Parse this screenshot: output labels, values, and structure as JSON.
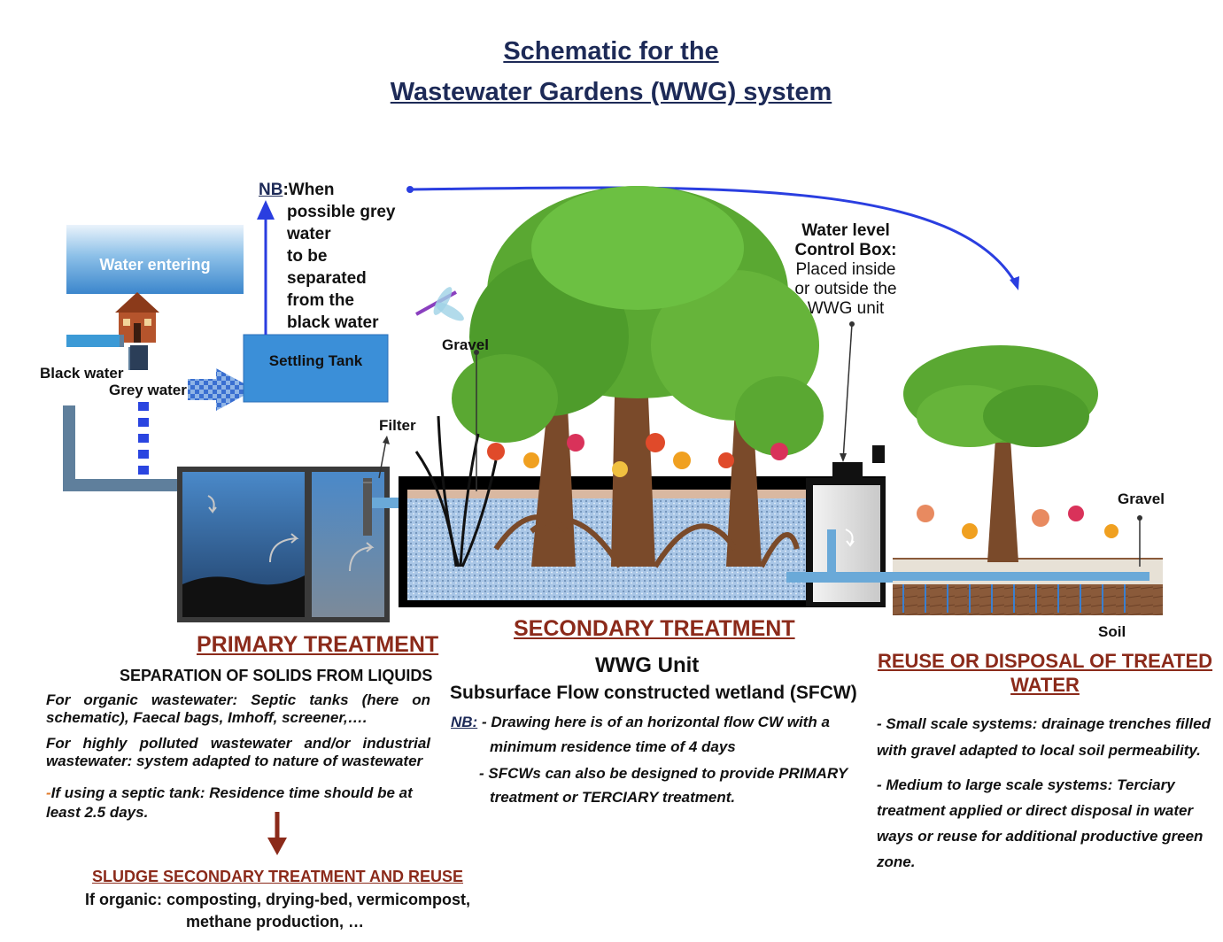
{
  "title": {
    "line1": "Schematic for the",
    "line2": "Wastewater Gardens (WWG) system"
  },
  "diagram": {
    "water_entering": "Water entering",
    "black_water": "Black water",
    "grey_water": "Grey water",
    "settling_tank": "Settling Tank",
    "nb_prefix": "NB",
    "nb_lines": [
      ":When",
      "possible grey",
      "water",
      "to be",
      "separated",
      "from the",
      "black water"
    ],
    "gravel_left": "Gravel",
    "filter": "Filter",
    "control_box_title": [
      "Water level",
      "Control Box:"
    ],
    "control_box_desc": [
      "Placed inside",
      "or outside the",
      "WWG unit"
    ],
    "gravel_right": "Gravel",
    "soil": "Soil"
  },
  "primary": {
    "heading": "PRIMARY TREATMENT",
    "subheading": "SEPARATION OF SOLIDS FROM LIQUIDS",
    "para1": "For organic wastewater: Septic tanks (here on schematic), Faecal bags, Imhoff, screener,….",
    "para2": "For highly polluted wastewater and/or industrial wastewater: system adapted to nature of wastewater",
    "para3_dash": "-",
    "para3": "If using a septic tank: Residence time should be at least 2.5 days.",
    "sludge_heading": "SLUDGE SECONDARY TREATMENT AND REUSE",
    "sludge_line1": "If organic: composting, drying-bed, vermicompost,",
    "sludge_line2": "methane production, …"
  },
  "secondary": {
    "heading": "SECONDARY TREATMENT",
    "unit": "WWG Unit",
    "subtitle": "Subsurface Flow constructed wetland (SFCW)",
    "nb_label": "NB:",
    "note1_a": "- Drawing here is of an horizontal flow CW with a",
    "note1_b": "minimum residence time of 4 days",
    "note2_a": "- SFCWs can also be designed to provide PRIMARY",
    "note2_b": "treatment or TERCIARY treatment."
  },
  "reuse": {
    "heading_line1": "REUSE OR DISPOSAL OF TREATED",
    "heading_line2": "WATER",
    "para1": "- Small scale systems: drainage trenches filled with gravel adapted to local soil permeability.",
    "para2": "- Medium to large scale systems: Terciary treatment applied or direct disposal in water ways or reuse for additional productive green zone."
  },
  "colors": {
    "title": "#1d2a57",
    "heading_red": "#8b2a1a",
    "pipe_blue": "#2a3ee0",
    "tank_blue": "#3b8fd8",
    "tree_green": "#5aa832",
    "trunk_brown": "#7a4a2a"
  }
}
